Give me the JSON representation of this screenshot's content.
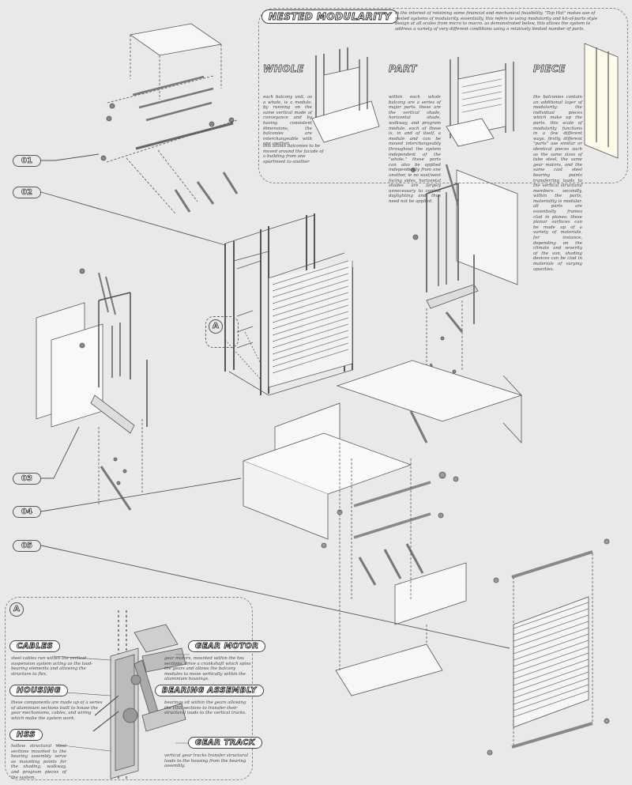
{
  "panel_top": {
    "title": "NESTED MODULARITY",
    "intro": "in the interest of retaining some financial and mechanical feasibility, \"Top Hat\" makes use of nested systems of modularity. essentially, this refers to using modularity and kit-of-parts style design at all scales from micro to macro. as demonstrated below, this allows the system to address a variety of very different conditions using a relatively limited number of parts.",
    "whole_title": "WHOLE",
    "whole_text": "each balcony unit, as a whole, is a module. by running on the same vertical mode of conveyance and by having consistent dimensions, the balconies are interchangeable with one another.",
    "whole_text2": "this allows balconies to be moved around the facade of a building from one apartment to another",
    "part_title": "PART",
    "part_text": "within each whole balcony are a series of major parts. these are the vertical shade, horizontal shade, walkway, and program module. each of these is, in and of itself, a module and can be moved interchangeably throughout the system independent of the \"whole.\" these parts can also be applied independently from one another, ie no east/west facing sides, horizontal shades are largely unnecessary to control daylighting and thus need not be applied.",
    "piece_title": "PIECE",
    "piece_text": "the balconies contain an additional layer of modularity: the individual pieces which make up the parts. this scale of modularity functions in a few different ways. firstly, different \"parts\" use similar or identical pieces such as the same sizes of tube steel, the same gear motors, and the same cast steel bearing points transferring loads to the vertical structural members. secondly, within the parts, materiality is modular. all parts are essentially frames clad in planes; these planar surfaces can be made up of a variety of materials. for instance, depending on the climate and severity of the sun, shading devices can be clad in materials of varying opacities."
  },
  "callouts": {
    "n01": "01",
    "n02": "02",
    "n03": "03",
    "n04": "04",
    "n05": "05",
    "marker_a": "A"
  },
  "detail": {
    "label": "A",
    "cables_title": "CABLES",
    "cables_text": "steel cables run within the vertical suspension system acting as the load-bearing elements and allowing the structure to flex.",
    "housing_title": "HOUSING",
    "housing_text": "these components are made up of a series of aluminium sections built to house the gear mechanisms, cables, and wiring which make the system work.",
    "hss_title": "HSS",
    "hss_text": "hollow structural steel sections mounted to the bearing assembly serve as mounting points for the shading, walkway, and program pieces of the system.",
    "gearmotor_title": "GEAR MOTOR",
    "gearmotor_text": "gear motors, mounted within the hss sections, drive a crankshaft which spins the gears and allows the balcony modules to move vertically within the aluminium housings.",
    "bearing_title": "BEARING ASSEMBLY",
    "bearing_text": "bearings sit within the gears allowing the HSS sections to transfer their structural loads to the vertical tracks.",
    "geartrack_title": "GEAR TRACK",
    "geartrack_text": "vertical gear tracks transfer structural loads to the housing from the bearing assembly."
  }
}
